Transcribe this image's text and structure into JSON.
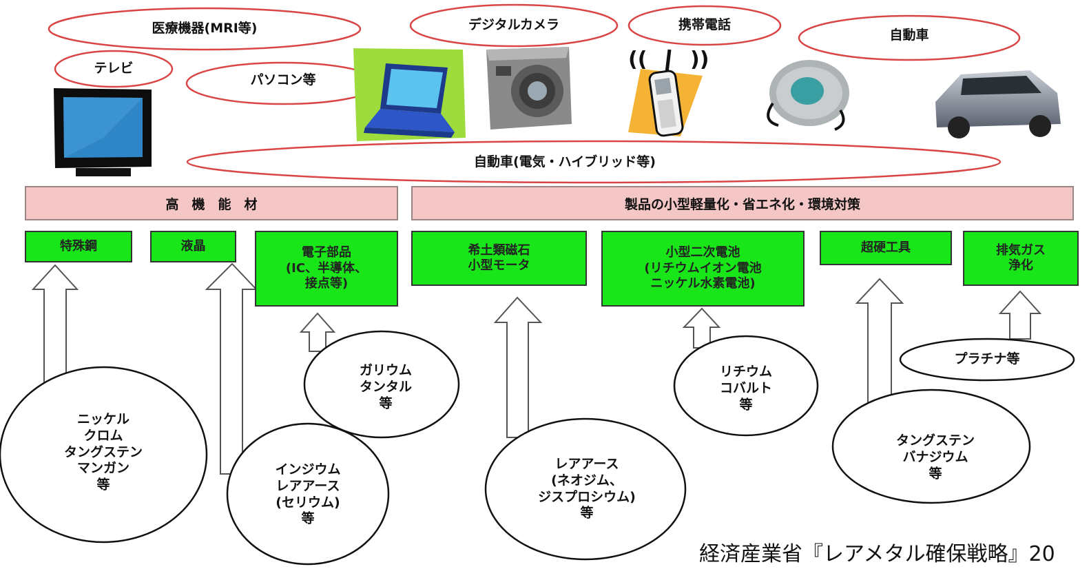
{
  "product_ovals": {
    "medical": "医療機器(MRI等)",
    "tv": "テレビ",
    "pc": "パソコン等",
    "camera": "デジタルカメラ",
    "phone": "携帯電話",
    "car_top": "自動車",
    "car_hybrid": "自動車(電気・ハイブリッド等)"
  },
  "icons": {
    "tv": "tv-icon",
    "laptop": "laptop-icon",
    "camera": "camera-icon",
    "phone": "mobile-phone-icon",
    "player": "cd-player-icon",
    "car": "car-icon"
  },
  "bands": {
    "left": "高　機　能　材",
    "right": "製品の小型軽量化・省エネ化・環境対策"
  },
  "green_boxes": {
    "special_steel": "特殊鋼",
    "lcd": "液晶",
    "electronic_parts": "電子部品\n(IC、半導体、\n接点等)",
    "magnet_motor": "希土類磁石\n小型モータ",
    "battery": "小型二次電池\n(リチウムイオン電池\nニッケル水素電池)",
    "carbide_tools": "超硬工具",
    "exhaust": "排気ガス\n浄化"
  },
  "element_ovals": {
    "nickel": "ニッケル\nクロム\nタングステン\nマンガン\n等",
    "indium": "インジウム\nレアアース\n(セリウム)\n等",
    "gallium": "ガリウム\nタンタル\n等",
    "rare_earth": "レアアース\n(ネオジム、\nジスプロシウム)\n等",
    "lithium": "リチウム\nコバルト\n等",
    "tungsten": "タングステン\nバナジウム\n等",
    "platinum": "プラチナ等"
  },
  "caption": "経済産業省『レアメタル確保戦略』20",
  "colors": {
    "oval_stroke": "#d94545",
    "band_fill": "#f5c6c6",
    "green_fill": "#19e619",
    "arrow_stroke": "#555555"
  }
}
